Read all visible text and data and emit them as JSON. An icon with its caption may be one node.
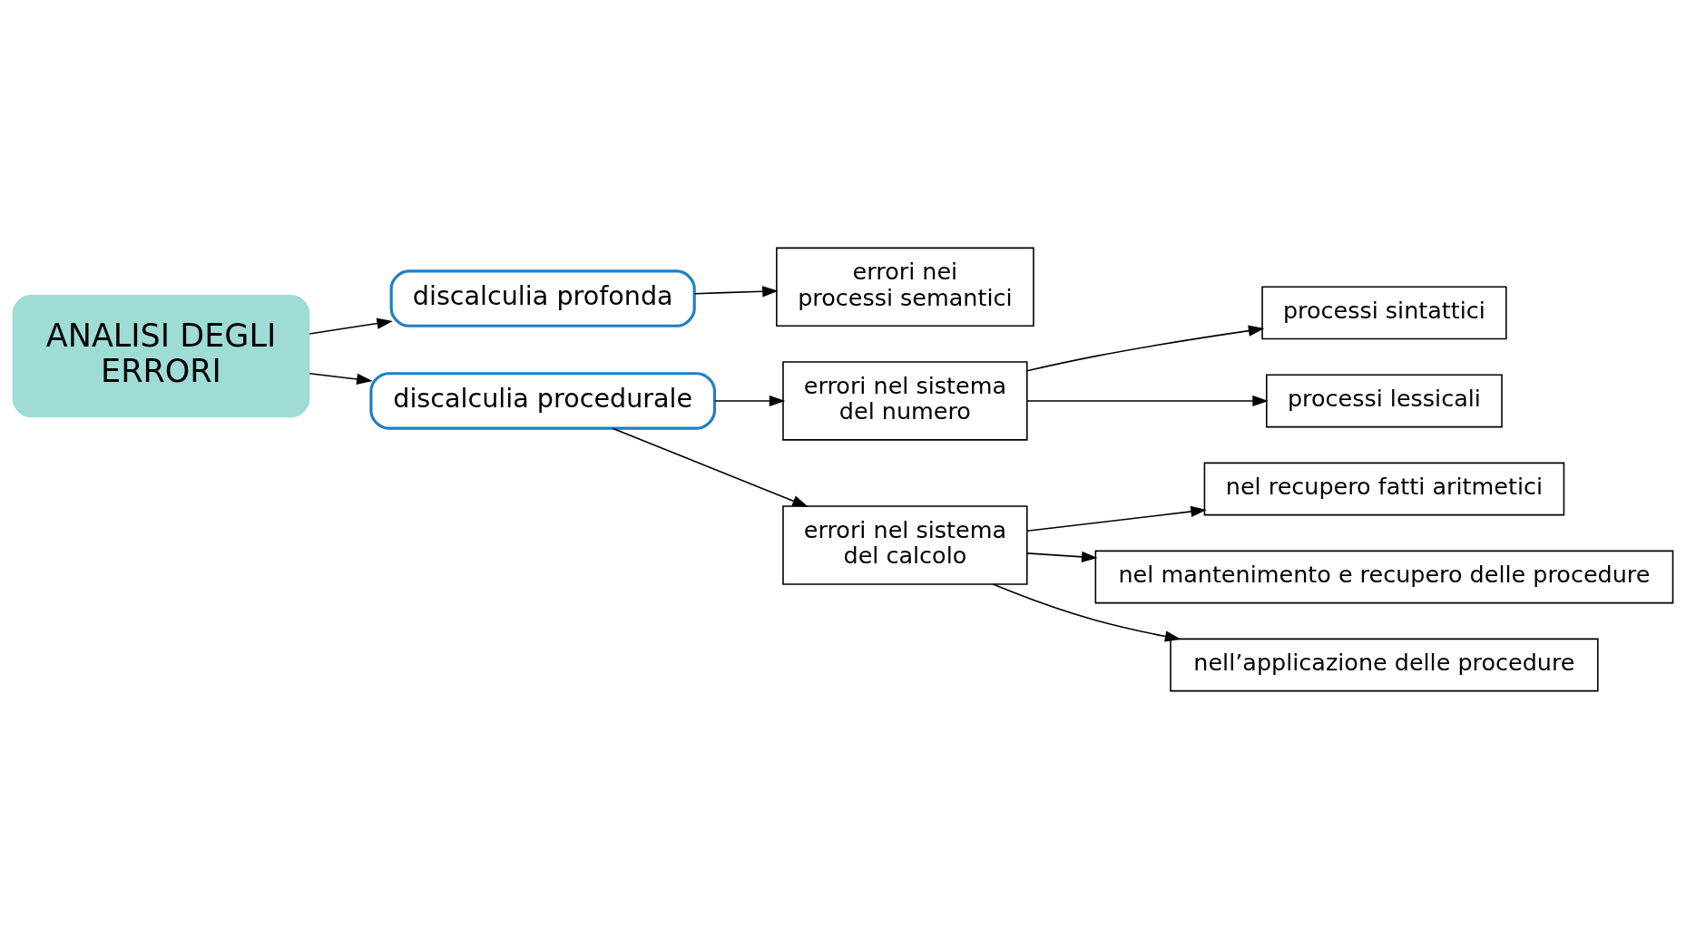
{
  "diagram": {
    "nodes": [
      {
        "text": [
          "ANALISI DEGLI ERRORI"
        ]
      },
      {
        "text": [
          "discalculia profonda"
        ]
      },
      {
        "text": [
          "errori nei processi semantici"
        ]
      },
      {
        "text": [
          "discalculia procedurale"
        ]
      },
      {
        "text": [
          "errori nel sistema del numero"
        ]
      },
      {
        "text": [
          "processi sintattici"
        ]
      },
      {
        "text": [
          "processi lessicali"
        ]
      },
      {
        "text": [
          "errori nel sistema del calcolo"
        ]
      },
      {
        "text": [
          "nel recupero fatti aritmetici"
        ]
      },
      {
        "text": [
          "nel mantenimento e recupero delle procedure"
        ]
      },
      {
        "text": [
          "nell’applicazione delle procedure"
        ]
      }
    ],
    "edges": [
      {
        "from": 0,
        "to": 1,
        "arrow": "to"
      },
      {
        "from": 0,
        "to": 3,
        "arrow": "to"
      },
      {
        "from": 1,
        "to": 2,
        "arrow": "to"
      },
      {
        "from": 3,
        "to": 4,
        "arrow": "to"
      },
      {
        "from": 3,
        "to": 7,
        "arrow": "to"
      },
      {
        "from": 4,
        "to": 5,
        "arrow": "to"
      },
      {
        "from": 4,
        "to": 6,
        "arrow": "to"
      },
      {
        "from": 7,
        "to": 8,
        "arrow": "to"
      },
      {
        "from": 7,
        "to": 9,
        "arrow": "to"
      },
      {
        "from": 7,
        "to": 10,
        "arrow": "to"
      }
    ]
  }
}
